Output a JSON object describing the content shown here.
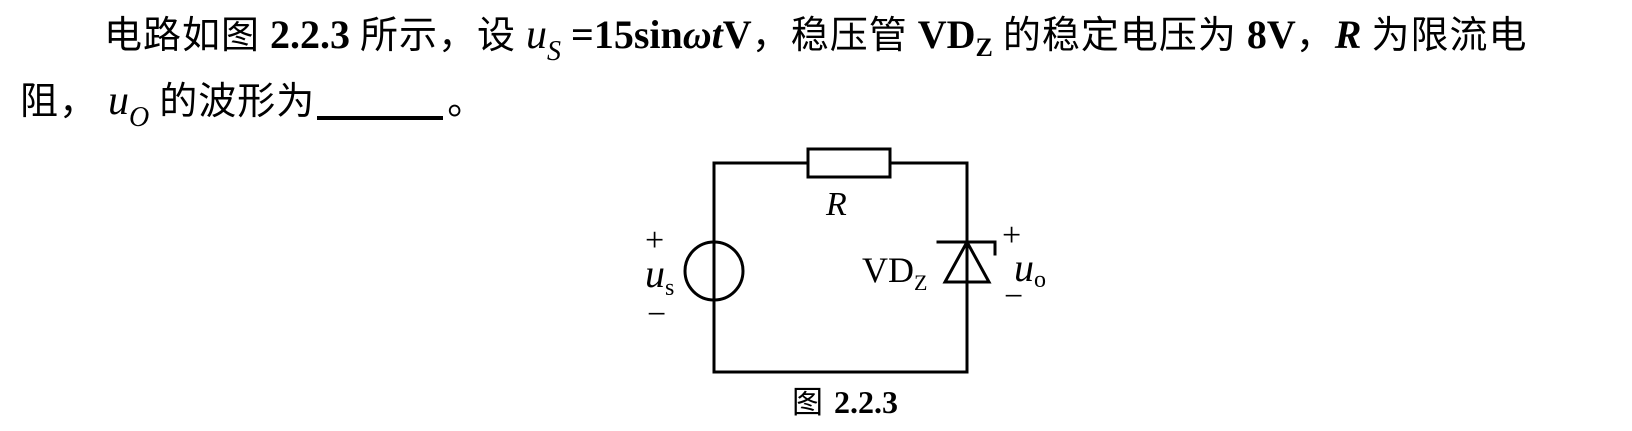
{
  "problem": {
    "line1": {
      "intro": "电路如图",
      "fig_ref": "2.2.3",
      "shown": "所示，设",
      "us_var": "u",
      "us_sub": "S",
      "us_expr_a": "=15sin",
      "us_omega": "ωt",
      "us_unit": "V",
      "comma1": "，稳压管",
      "vdz": "VD",
      "vdz_sub": "Z",
      "stable": "的稳定电压为",
      "stable_value": "8V",
      "comma2": "，",
      "r_var": "R",
      "r_desc": "为限流电"
    },
    "line2": {
      "start": "阻，",
      "uo_var": "u",
      "uo_sub": "O",
      "waveform": "的波形为",
      "end": "。"
    }
  },
  "circuit": {
    "source_label": "u",
    "source_sub": "s",
    "source_plus": "+",
    "source_minus": "−",
    "resistor_label": "R",
    "zener_label": "VD",
    "zener_sub": "Z",
    "output_label": "u",
    "output_sub": "o",
    "output_plus": "+",
    "output_minus": "−"
  },
  "caption": {
    "prefix": "图",
    "number": "2.2.3"
  }
}
